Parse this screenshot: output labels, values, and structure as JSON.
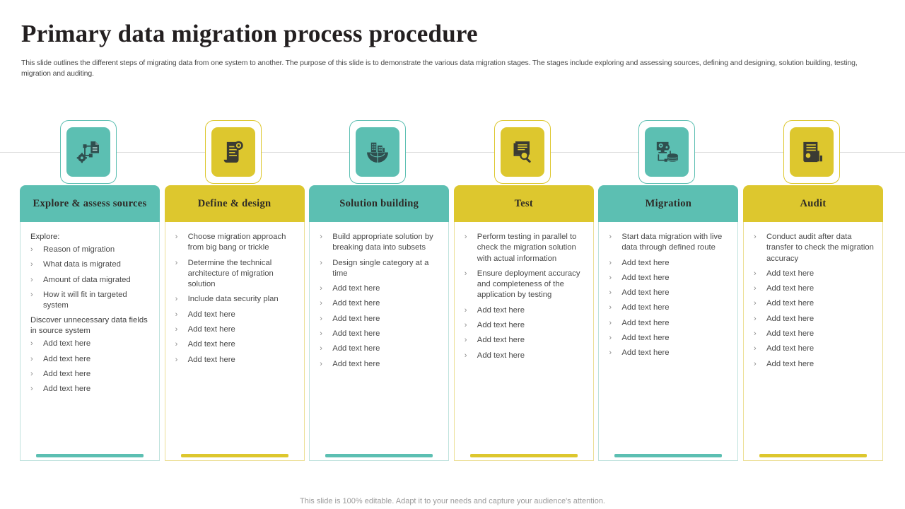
{
  "header": {
    "title": "Primary data migration process procedure",
    "subtitle": "This slide outlines the different steps of migrating data from one system to another. The purpose of this slide is to demonstrate the various data migration stages. The stages include exploring and assessing sources, defining and designing, solution building, testing, migration and auditing."
  },
  "footer": {
    "text": "This slide is 100% editable. Adapt it to your needs and capture your audience's attention."
  },
  "colors": {
    "teal": "#5CBFB2",
    "gold": "#DDC72E",
    "title": "#231F20",
    "body_text": "#4A4A4A",
    "footer_text": "#9B9B9B"
  },
  "stages": [
    {
      "id": "explore-assess-sources",
      "title": "Explore  &  assess sources",
      "theme": "teal",
      "icon": "document-flow-gear-icon",
      "lead": "Explore:",
      "lead2": "Discover  unnecessary  data fields  in source system",
      "lead2_after": 4,
      "bullets": [
        "Reason  of  migration",
        "What data is migrated",
        "Amount of data  migrated",
        "How it will fit in targeted system",
        "Add text here",
        "Add text here",
        "Add text here",
        "Add text here"
      ]
    },
    {
      "id": "define-design",
      "title": "Define & design",
      "theme": "gold",
      "icon": "document-seal-icon",
      "lead": "",
      "bullets": [
        "Choose  migration approach  from big bang or trickle",
        "Determine  the technical architecture  of migration solution",
        "Include data  security plan",
        "Add text here",
        "Add text here",
        "Add text here",
        "Add text here"
      ]
    },
    {
      "id": "solution-building",
      "title": "Solution  building",
      "theme": "teal",
      "icon": "buildings-globe-icon",
      "lead": "",
      "bullets": [
        "Build appropriate  solution by breaking data into subsets",
        "Design  single  category  at a time",
        "Add text here",
        "Add text here",
        "Add text here",
        "Add text here",
        "Add text here",
        "Add text here"
      ]
    },
    {
      "id": "test",
      "title": "Test",
      "theme": "gold",
      "icon": "documents-magnifier-icon",
      "lead": "",
      "bullets": [
        "Perform  testing in parallel to check the migration solution with  actual information",
        "Ensure deployment accuracy and completeness of the application  by testing",
        "Add text here",
        "Add text here",
        "Add text here",
        "Add text here"
      ]
    },
    {
      "id": "migration",
      "title": "Migration",
      "theme": "teal",
      "icon": "monitor-gear-database-icon",
      "lead": "",
      "bullets": [
        "Start data migration with live  data through defined  route",
        "Add text here",
        "Add text here",
        "Add text here",
        "Add text here",
        "Add text here",
        "Add text here",
        "Add text here"
      ]
    },
    {
      "id": "audit",
      "title": "Audit",
      "theme": "gold",
      "icon": "report-chart-magnifier-icon",
      "lead": "",
      "bullets": [
        "Conduct  audit after data transfer  to check the migration  accuracy",
        "Add text here",
        "Add text here",
        "Add text here",
        "Add text here",
        "Add text here",
        "Add text here",
        "Add text here"
      ]
    }
  ],
  "bullet_glyph": "›"
}
